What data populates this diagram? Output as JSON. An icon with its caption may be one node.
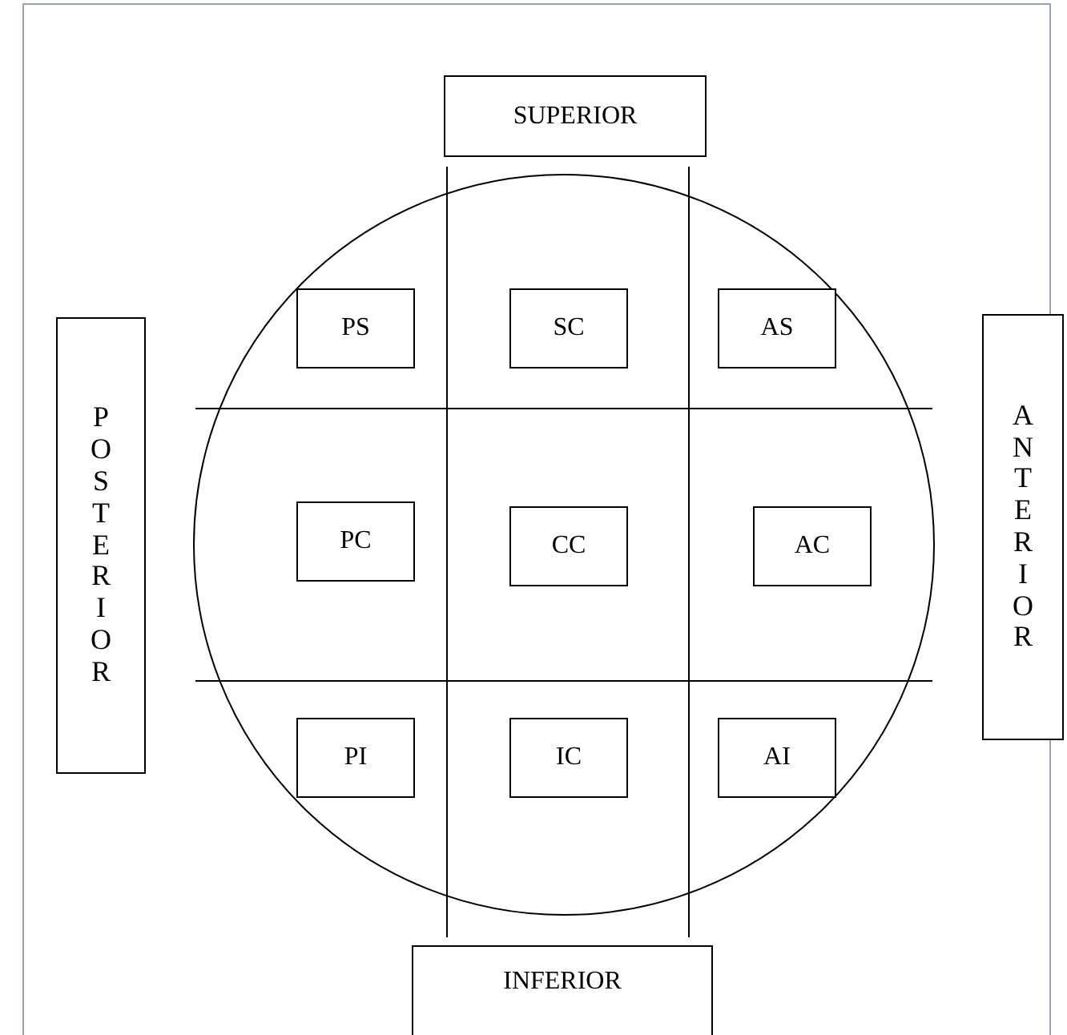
{
  "diagram": {
    "nodes": [
      {
        "text": [
          "SUPERIOR"
        ]
      },
      {
        "text": [
          "POSTERIOR"
        ]
      },
      {
        "text": [],
        "shape": "circle"
      },
      {
        "text": [
          "PS"
        ],
        "in": 2
      },
      {
        "text": [
          "SC"
        ],
        "in": 2
      },
      {
        "text": [
          "AS"
        ],
        "in": 2
      },
      {
        "text": [
          "PC"
        ],
        "in": 2
      },
      {
        "text": [
          "CC"
        ],
        "in": 2
      },
      {
        "text": [
          "AC"
        ],
        "in": 2
      },
      {
        "text": [
          "PI"
        ],
        "in": 2
      },
      {
        "text": [
          "IC"
        ],
        "in": 2
      },
      {
        "text": [
          "AI"
        ],
        "in": 2
      },
      {
        "text": [
          "ANTERIOR"
        ]
      },
      {
        "text": [
          "INFERIOR"
        ]
      }
    ]
  }
}
